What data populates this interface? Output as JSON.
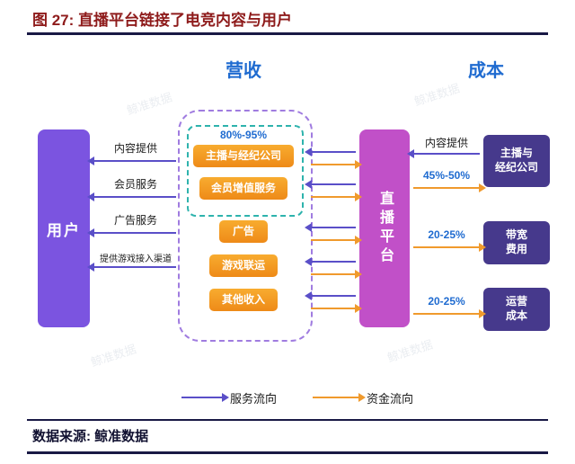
{
  "figure": {
    "title": "图 27: 直播平台链接了电竞内容与用户",
    "source": "数据来源: 鲸准数据"
  },
  "diagram": {
    "revenue_label": "营收",
    "cost_label": "成本",
    "user_box": "用户",
    "platform_box": "直播平台",
    "top_share": "80%-95%",
    "revenue_items": [
      "主播与经纪公司",
      "会员增值服务",
      "广告",
      "游戏联运",
      "其他收入"
    ],
    "left_flows": [
      "内容提供",
      "会员服务",
      "广告服务",
      "提供游戏接入渠道"
    ],
    "right_flows": {
      "content_label": "内容提供",
      "streamer_share": "45%-50%",
      "bandwidth_share": "20-25%",
      "operation_share": "20-25%"
    },
    "cost_boxes": [
      {
        "line1": "主播与",
        "line2": "经纪公司"
      },
      {
        "line1": "带宽",
        "line2": "费用"
      },
      {
        "line1": "运营",
        "line2": "成本"
      }
    ],
    "legend": {
      "service": "服务流向",
      "money": "资金流向"
    }
  },
  "watermark": "鲸准数据",
  "colors": {
    "title": "#8E1B1B",
    "rule": "#191945",
    "section_label": "#1F6BD0",
    "user_box": "#7B54E0",
    "platform_box": "#C150C8",
    "revenue_pill": "#F09A2D",
    "cost_box": "#46398C",
    "service_arrow": "#5A4FC8",
    "money_arrow": "#F09A2D",
    "inner_dashed_border": "#2EB3AD",
    "outer_dashed_border": "#A07CE0"
  }
}
